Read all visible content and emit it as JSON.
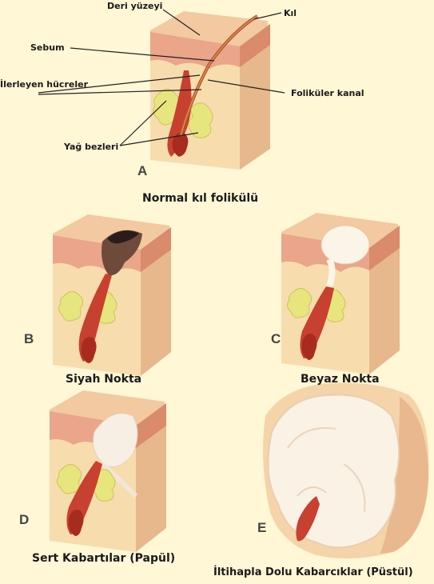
{
  "background": "#fff7d6",
  "colors": {
    "skin_top": "#f2c9a0",
    "skin_side": "#e9a98a",
    "tissue": "#f7dcae",
    "gland": "#e8e57a",
    "follicle": "#c8402f",
    "pus": "#fbf2e6"
  },
  "panel_a": {
    "letter": "A",
    "caption": "Normal kıl folikülü",
    "labels": {
      "skin_surface": "Deri yüzeyi",
      "hair": "Kıl",
      "sebum": "Sebum",
      "moving_cells": "İlerleyen hücreler",
      "follicular_canal": "Foliküler kanal",
      "sebaceous_glands": "Yağ bezleri"
    }
  },
  "panel_b": {
    "letter": "B",
    "caption": "Siyah Nokta"
  },
  "panel_c": {
    "letter": "C",
    "caption": "Beyaz Nokta"
  },
  "panel_d": {
    "letter": "D",
    "caption": "Sert Kabartılar (Papül)"
  },
  "panel_e": {
    "letter": "E",
    "caption": "İltihapla Dolu Kabarcıklar (Püstül)"
  }
}
